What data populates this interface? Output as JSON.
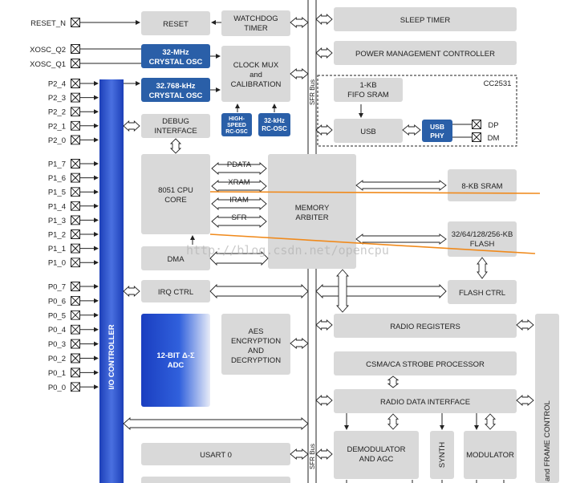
{
  "pins_top": [
    "RESET_N",
    "XOSC_Q2",
    "XOSC_Q1"
  ],
  "pins_p2": [
    "P2_4",
    "P2_3",
    "P2_2",
    "P2_1",
    "P2_0"
  ],
  "pins_p1": [
    "P1_7",
    "P1_6",
    "P1_5",
    "P1_4",
    "P1_3",
    "P1_2",
    "P1_1",
    "P1_0"
  ],
  "pins_p0": [
    "P0_7",
    "P0_6",
    "P0_5",
    "P0_4",
    "P0_3",
    "P0_2",
    "P0_1",
    "P0_0"
  ],
  "blocks": {
    "reset": "RESET",
    "watchdog": [
      "WATCHDOG",
      "TIMER"
    ],
    "sleep_timer": "SLEEP TIMER",
    "osc32m": [
      "32-MHz",
      "CRYSTAL OSC"
    ],
    "osc32k": [
      "32.768-kHz",
      "CRYSTAL OSC"
    ],
    "clock_mux": [
      "CLOCK MUX",
      "and",
      "CALIBRATION"
    ],
    "hs_rcosc": [
      "HIGH-",
      "SPEED",
      "RC-OSC"
    ],
    "rc32k": [
      "32-kHz",
      "RC-OSC"
    ],
    "power_mgmt": "POWER MANAGEMENT CONTROLLER",
    "fifo_sram": [
      "1-KB",
      "FIFO SRAM"
    ],
    "chip_name": "CC2531",
    "debug": [
      "DEBUG",
      "INTERFACE"
    ],
    "usb": "USB",
    "usb_phy": [
      "USB",
      "PHY"
    ],
    "dp": "DP",
    "dm": "DM",
    "cpu": [
      "8051 CPU",
      "CORE"
    ],
    "cpu_bus": [
      "PDATA",
      "XRAM",
      "IRAM",
      "SFR"
    ],
    "memory_arbiter": [
      "MEMORY",
      "ARBITER"
    ],
    "sram8k": "8-KB SRAM",
    "flash": [
      "32/64/128/256-KB",
      "FLASH"
    ],
    "dma": "DMA",
    "irq": "IRQ CTRL",
    "flash_ctrl": "FLASH CTRL",
    "adc": [
      "12-BIT Δ-Σ",
      "ADC"
    ],
    "aes": [
      "AES",
      "ENCRYPTION",
      "AND",
      "DECRYPTION"
    ],
    "radio_registers": "RADIO REGISTERS",
    "csma": "CSMA/CA STROBE PROCESSOR",
    "radio_data": "RADIO DATA INTERFACE",
    "demod": [
      "DEMODULATOR",
      "AND AGC"
    ],
    "synth": "SYNTH",
    "modulator": "MODULATOR",
    "frame_control": "and FRAME CONTROL",
    "io_controller": "I/O CONTROLLER",
    "usart0": "USART 0",
    "sfr_bus_label": "SFR Bus"
  },
  "watermark": "http://blog.csdn.net/opencpu",
  "colors": {
    "block": "#d9d9d9",
    "blue_block": "#2a5fa8",
    "io_gradient_start": "#3a5fd6",
    "io_gradient_end": "#1c3fb8",
    "annotation_line": "#f08a1c"
  }
}
